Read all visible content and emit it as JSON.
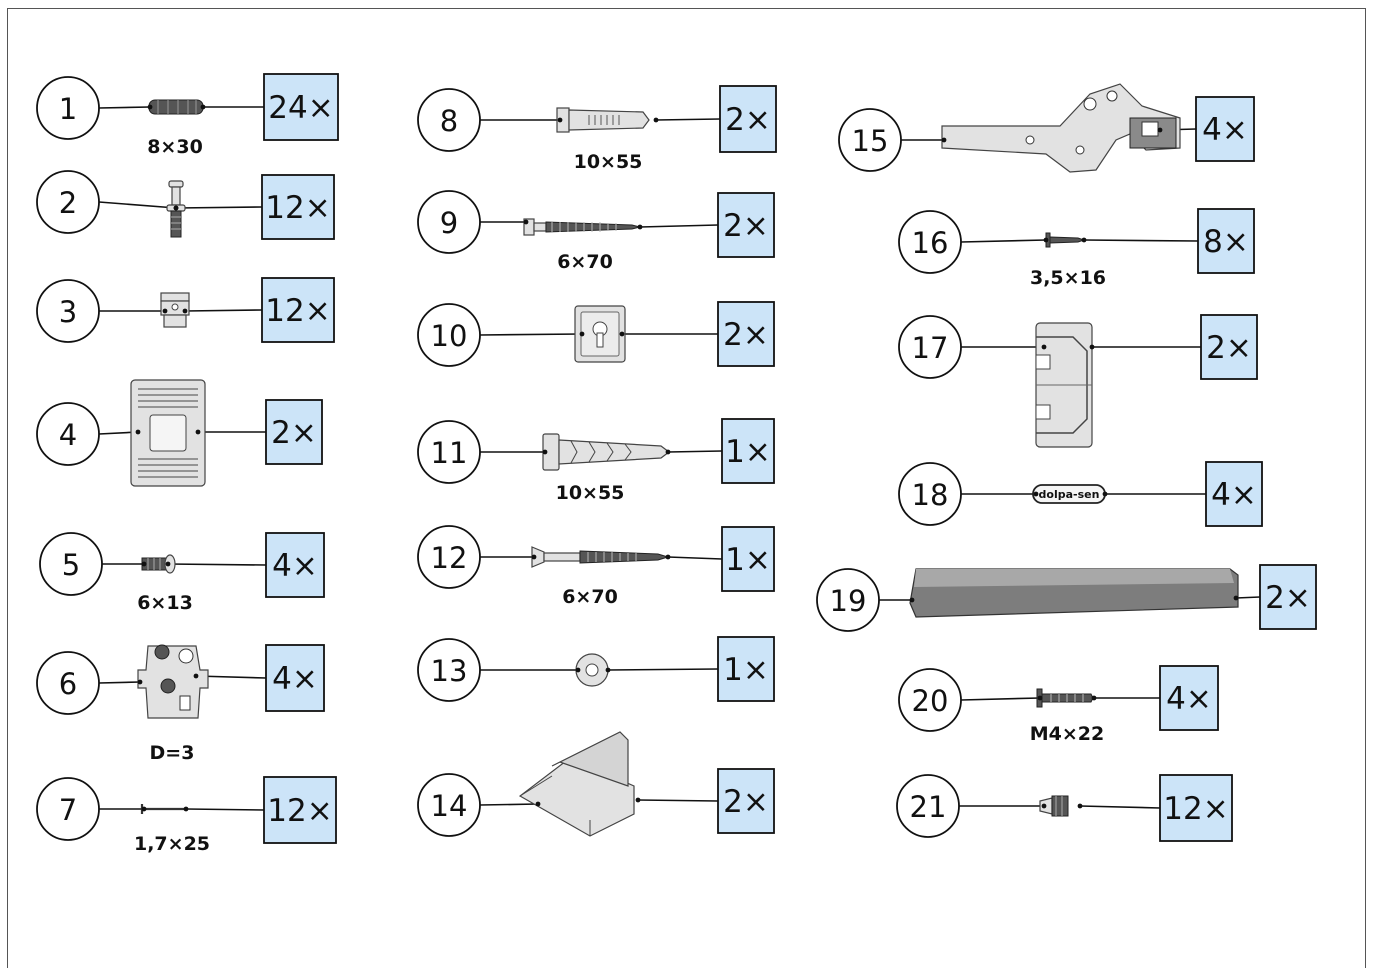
{
  "colors": {
    "qty_box_fill": "#cce4f8",
    "line": "#111111",
    "part_fill": "#e2e2e2",
    "frame": "#555555"
  },
  "parts": [
    {
      "number": "1",
      "quantity": "24×",
      "size": "8×30",
      "icon": "dowel-icon"
    },
    {
      "number": "2",
      "quantity": "12×",
      "size": "",
      "icon": "cam-bolt-icon"
    },
    {
      "number": "3",
      "quantity": "12×",
      "size": "",
      "icon": "cam-clip-icon"
    },
    {
      "number": "4",
      "quantity": "2×",
      "size": "",
      "icon": "mounting-plate-icon"
    },
    {
      "number": "5",
      "quantity": "4×",
      "size": "6×13",
      "icon": "euro-screw-icon"
    },
    {
      "number": "6",
      "quantity": "4×",
      "size": "D=3",
      "icon": "hinge-plate-icon"
    },
    {
      "number": "7",
      "quantity": "12×",
      "size": "1,7×25",
      "icon": "nail-icon"
    },
    {
      "number": "8",
      "quantity": "2×",
      "size": "10×55",
      "icon": "wall-plug-icon"
    },
    {
      "number": "9",
      "quantity": "2×",
      "size": "6×70",
      "icon": "hex-screw-icon"
    },
    {
      "number": "10",
      "quantity": "2×",
      "size": "",
      "icon": "keyhole-bracket-icon"
    },
    {
      "number": "11",
      "quantity": "1×",
      "size": "10×55",
      "icon": "wall-plug-icon"
    },
    {
      "number": "12",
      "quantity": "1×",
      "size": "6×70",
      "icon": "wood-screw-icon"
    },
    {
      "number": "13",
      "quantity": "1×",
      "size": "",
      "icon": "washer-icon"
    },
    {
      "number": "14",
      "quantity": "2×",
      "size": "",
      "icon": "corner-bracket-icon"
    },
    {
      "number": "15",
      "quantity": "4×",
      "size": "",
      "icon": "cabinet-hinge-icon"
    },
    {
      "number": "16",
      "quantity": "8×",
      "size": "3,5×16",
      "icon": "small-screw-icon"
    },
    {
      "number": "17",
      "quantity": "2×",
      "size": "",
      "icon": "shelf-support-bracket-icon"
    },
    {
      "number": "18",
      "quantity": "4×",
      "size": "",
      "icon": "label-tag-icon",
      "tag_text": "dolpa-sen"
    },
    {
      "number": "19",
      "quantity": "2×",
      "size": "",
      "icon": "handle-rail-icon"
    },
    {
      "number": "20",
      "quantity": "4×",
      "size": "M4×22",
      "icon": "machine-screw-icon"
    },
    {
      "number": "21",
      "quantity": "12×",
      "size": "",
      "icon": "threaded-insert-icon"
    }
  ]
}
